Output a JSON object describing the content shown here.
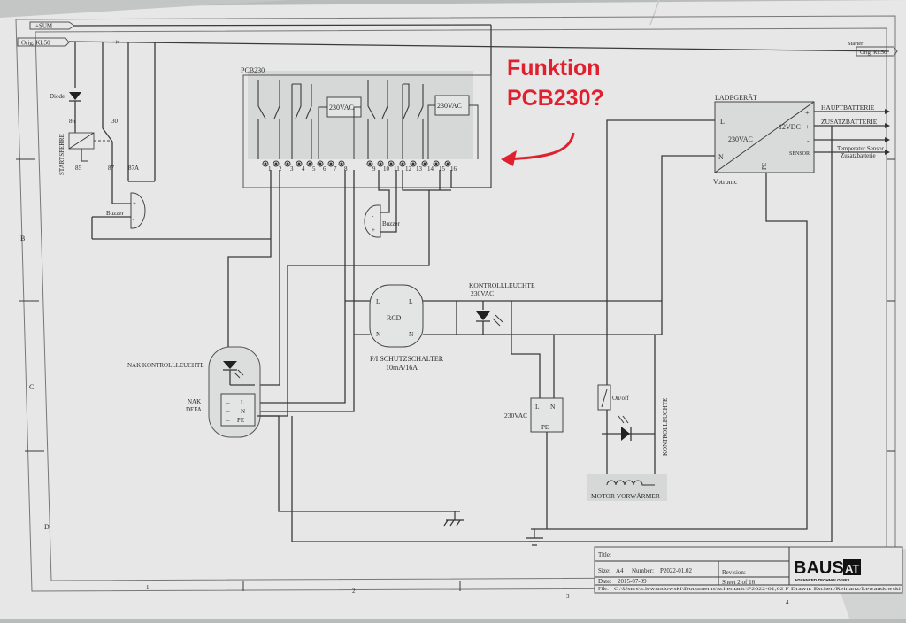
{
  "signals": {
    "sum": "+SUM",
    "orig_kl50_left": "Orig. KL50",
    "starter": "Starter",
    "orig_kl50_right": "Orig. KL50"
  },
  "startsperre": {
    "label": "STARTSPERRE",
    "diode": "Diode",
    "pin86": "86",
    "pin30": "30",
    "pin85": "85",
    "pin87": "87",
    "pin87a": "87A",
    "buzzer": "Buzzer"
  },
  "pcb": {
    "title": "PCB230",
    "relay_label": "230VAC",
    "terminals": [
      "1",
      "2",
      "3",
      "4",
      "5",
      "6",
      "7",
      "8",
      "9",
      "10",
      "11",
      "12",
      "13",
      "14",
      "15",
      "16"
    ],
    "buzzer": "Buzzer"
  },
  "annotation": {
    "line1": "Funktion",
    "line2": "PCB230?",
    "color": "#e0202f"
  },
  "charger": {
    "title": "LADEGERÄT",
    "l": "L",
    "n": "N",
    "voltage": "230VAC",
    "pe": "PE",
    "vdc": "12VDC",
    "plus1": "+",
    "plus2": "+",
    "minus": "-",
    "sensor": "SENSOR",
    "brand": "Votronic",
    "outputs": [
      "HAUPTBATTERIE",
      "ZUSATZBATTERIE",
      "Temperatur Sensor",
      "Zusatzbatterie"
    ]
  },
  "rcd": {
    "label": "RCD",
    "l1": "L",
    "l2": "L",
    "n1": "N",
    "n2": "N",
    "caption1": "F/I SCHUTZSCHALTER",
    "caption2": "10mA/16A"
  },
  "kontrollleuchte": {
    "line1": "KONTROLLLEUCHTE",
    "line2": "230VAC"
  },
  "nak": {
    "kontroll": "NAK KONTROLLLEUCHTE",
    "defa1": "NAK",
    "defa2": "DEFA",
    "l": "L",
    "n": "N",
    "pe": "PE"
  },
  "socket": {
    "voltage": "230VAC",
    "l": "L",
    "n": "N",
    "pe": "PE"
  },
  "motor": {
    "switch": "On/off",
    "lamp_label": "KONTROLLEUCHTE",
    "label": "MOTOR VORWÄRMER"
  },
  "grid": {
    "rows": [
      "B",
      "C",
      "D"
    ],
    "cols": [
      "1",
      "2",
      "3",
      "4"
    ]
  },
  "titleblock": {
    "title_label": "Title:",
    "size_label": "Size:",
    "size": "A4",
    "number_label": "Number:",
    "number": "P2022-01,02",
    "revision_label": "Revision:",
    "date_label": "Date:",
    "date": "2015-07-09",
    "sheet": "Sheet  2 of 16",
    "file_label": "File:",
    "file": "C:\\Users\\s.lewandowski\\Documents\\schematic\\P2022-01,02 F  Drawn: Eschen/Reinartz/Lewandowski",
    "logo": "BAUS",
    "logo_box": "AT",
    "logo_sub": "ADVANCED TECHNOLOGIES"
  }
}
